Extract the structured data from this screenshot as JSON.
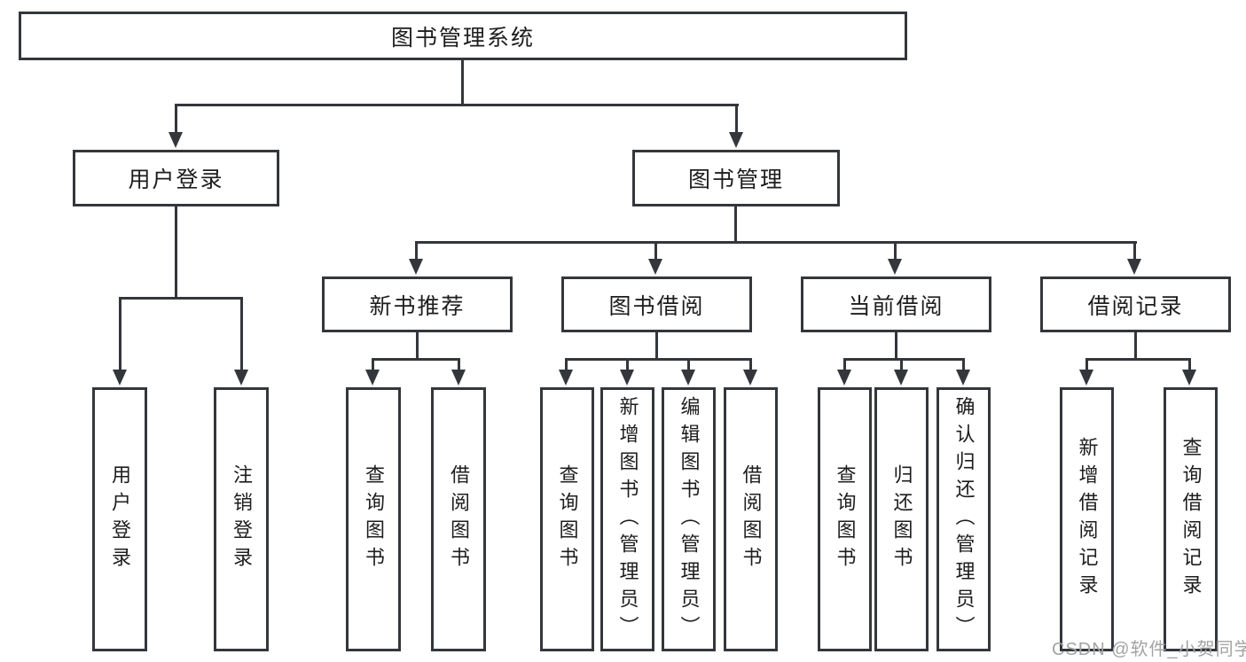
{
  "diagram": {
    "title": "图书管理系统",
    "type": "hierarchy-tree",
    "tree": {
      "root": {
        "label": "图书管理系统",
        "children": [
          {
            "label": "用户登录",
            "children": [
              {
                "label": "用户登录"
              },
              {
                "label": "注销登录"
              }
            ]
          },
          {
            "label": "图书管理",
            "children": [
              {
                "label": "新书推荐",
                "children": [
                  {
                    "label": "查询图书"
                  },
                  {
                    "label": "借阅图书"
                  }
                ]
              },
              {
                "label": "图书借阅",
                "children": [
                  {
                    "label": "查询图书"
                  },
                  {
                    "label": "新增图书（管理员）"
                  },
                  {
                    "label": "编辑图书（管理员）"
                  },
                  {
                    "label": "借阅图书"
                  }
                ]
              },
              {
                "label": "当前借阅",
                "children": [
                  {
                    "label": "查询图书"
                  },
                  {
                    "label": "归还图书"
                  },
                  {
                    "label": "确认归还（管理员）"
                  }
                ]
              },
              {
                "label": "借阅记录",
                "children": [
                  {
                    "label": "新增借阅记录"
                  },
                  {
                    "label": "查询借阅记录"
                  }
                ]
              }
            ]
          }
        ]
      }
    },
    "colors": {
      "line": "#33373c",
      "box_border": "#33373c",
      "box_fill": "#ffffff",
      "text": "#1d1d1f",
      "background": "#ffffff",
      "watermark": "#a3a3a3"
    }
  },
  "watermark": {
    "text": "CSDN @软件_小贺同学"
  }
}
